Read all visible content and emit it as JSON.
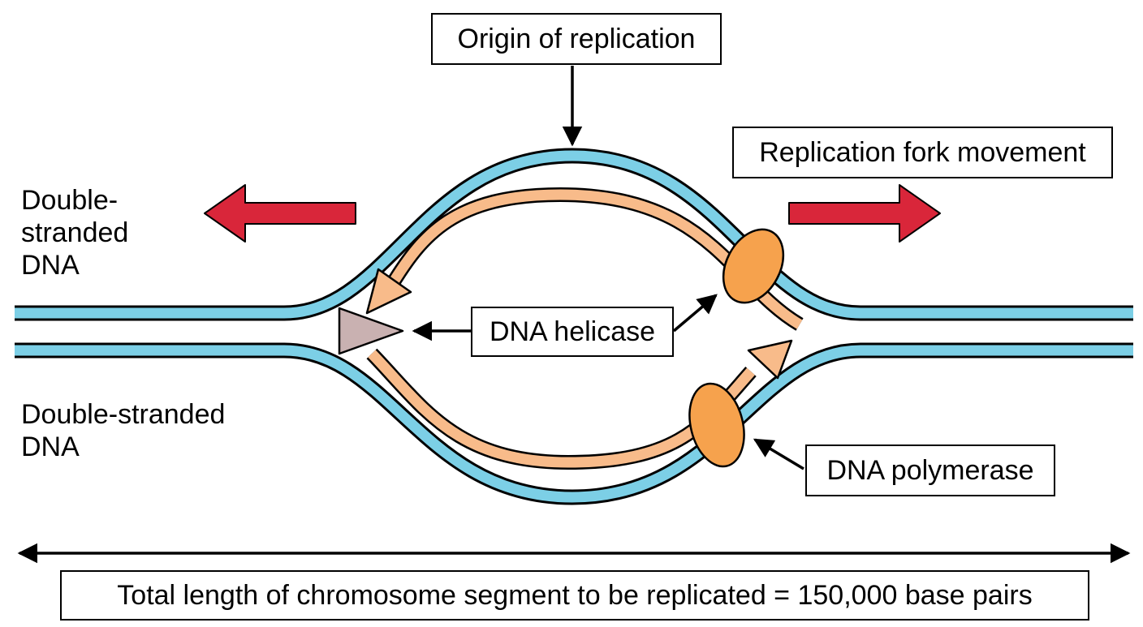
{
  "labels": {
    "origin": "Origin of replication",
    "fork_movement": "Replication fork movement",
    "helicase": "DNA helicase",
    "polymerase": "DNA polymerase",
    "total_length": "Total length of chromosome segment to be replicated = 150,000 base pairs",
    "dsdna_top": [
      "Double-",
      "stranded",
      "DNA"
    ],
    "dsdna_bottom": [
      "Double-stranded",
      "DNA"
    ]
  },
  "colors": {
    "dna_strand": "#7ccfe6",
    "outline": "#000000",
    "new_strand": "#f8bb8a",
    "fork_arrow": "#d9263a",
    "polymerase": "#f6a24d",
    "helicase": "#c9b1b1"
  }
}
